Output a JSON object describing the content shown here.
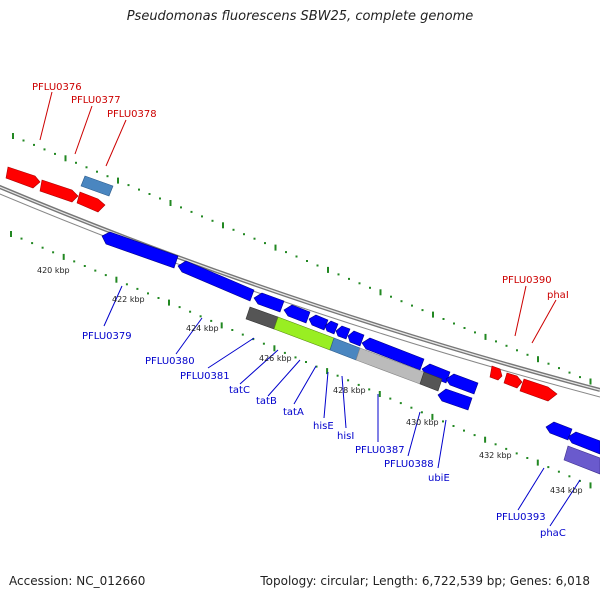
{
  "title": "Pseudomonas fluorescens SBW25, complete genome",
  "footer": {
    "accession": "Accession: NC_012660",
    "summary": "Topology: circular; Length: 6,722,539 bp; Genes: 6,018"
  },
  "colors": {
    "forward_gene": "#ff0000",
    "reverse_gene": "#0000ff",
    "highlight_gene": "#4a86c0",
    "green_gene": "#99ee22",
    "grey_gene": "#bbbbbb",
    "dark_grey_gene": "#555555",
    "purple_gene": "#6a5acd",
    "tick": "#228822",
    "label_forward": "#cc0000",
    "label_reverse": "#0000cc",
    "kbp_label": "#222222"
  },
  "scale_labels": [
    "420 kbp",
    "422 kbp",
    "424 kbp",
    "426 kbp",
    "428 kbp",
    "430 kbp",
    "432 kbp",
    "434 kbp"
  ],
  "forward_gene_labels": [
    "PFLU0376",
    "PFLU0377",
    "PFLU0378",
    "PFLU0390",
    "phaI"
  ],
  "reverse_gene_labels": [
    "PFLU0379",
    "PFLU0380",
    "PFLU0381",
    "tatC",
    "tatB",
    "tatA",
    "hisE",
    "hisI",
    "PFLU0387",
    "PFLU0388",
    "ubiE",
    "PFLU0393",
    "phaC"
  ]
}
